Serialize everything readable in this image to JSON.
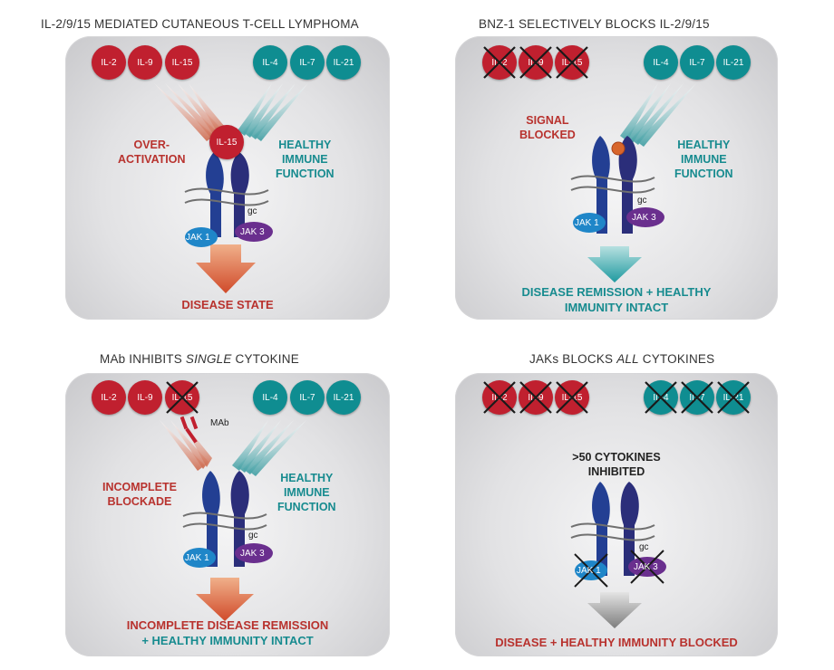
{
  "colors": {
    "red": "#c0202f",
    "teal": "#0f8d91",
    "receptor_dark": "#2b2e7a",
    "receptor_blue": "#233f93",
    "jak1": "#1f86c8",
    "jak3": "#6a2f8e",
    "arrow_red": "#d2593a",
    "arrow_teal": "#2b9ea2",
    "arrow_grey": "#8c8c8c"
  },
  "panels": [
    {
      "title_pre": "IL-2/9/15 MEDIATED CUTANEOUS T-CELL LYMPHOMA",
      "title_em": "",
      "title_post": "",
      "red_cytokines": [
        "IL-2",
        "IL-9",
        "IL-15"
      ],
      "teal_cytokines": [
        "IL-4",
        "IL-7",
        "IL-21"
      ],
      "bound_cytokine": "IL-15",
      "left_label": [
        "OVER-",
        "ACTIVATION"
      ],
      "right_label": [
        "HEALTHY",
        "IMMUNE",
        "FUNCTION"
      ],
      "gc_label": "gc",
      "jak1_label": "JAK 1",
      "jak3_label": "JAK 3",
      "outcome_lines": [
        "DISEASE STATE"
      ]
    },
    {
      "title_pre": "BNZ-1 SELECTIVELY BLOCKS IL-2/9/15",
      "title_em": "",
      "title_post": "",
      "red_cytokines": [
        "IL-2",
        "IL-9",
        "IL-15"
      ],
      "teal_cytokines": [
        "IL-4",
        "IL-7",
        "IL-21"
      ],
      "left_label": [
        "SIGNAL",
        "BLOCKED"
      ],
      "right_label": [
        "HEALTHY",
        "IMMUNE",
        "FUNCTION"
      ],
      "gc_label": "gc",
      "jak1_label": "JAK 1",
      "jak3_label": "JAK 3",
      "outcome_lines": [
        "DISEASE REMISSION + HEALTHY",
        "IMMUNITY INTACT"
      ]
    },
    {
      "title_pre": "MAb INHIBITS ",
      "title_em": "SINGLE",
      "title_post": " CYTOKINE",
      "red_cytokines": [
        "IL-2",
        "IL-9",
        "IL-15"
      ],
      "teal_cytokines": [
        "IL-4",
        "IL-7",
        "IL-21"
      ],
      "mab_label": "MAb",
      "left_label": [
        "INCOMPLETE",
        "BLOCKADE"
      ],
      "right_label": [
        "HEALTHY",
        "IMMUNE",
        "FUNCTION"
      ],
      "gc_label": "gc",
      "jak1_label": "JAK 1",
      "jak3_label": "JAK 3",
      "outcome_lines": [
        "INCOMPLETE DISEASE REMISSION",
        "+ HEALTHY IMMUNITY INTACT"
      ]
    },
    {
      "title_pre": "JAKs BLOCKS ",
      "title_em": "ALL",
      "title_post": " CYTOKINES",
      "red_cytokines": [
        "IL-2",
        "IL-9",
        "IL-15"
      ],
      "teal_cytokines": [
        "IL-4",
        "IL-7",
        "IL-21"
      ],
      "center_label": [
        ">50 CYTOKINES",
        "INHIBITED"
      ],
      "gc_label": "gc",
      "jak1_label": "JAK 1",
      "jak3_label": "JAK 3",
      "outcome_lines": [
        "DISEASE + HEALTHY IMMUNITY BLOCKED"
      ]
    }
  ]
}
